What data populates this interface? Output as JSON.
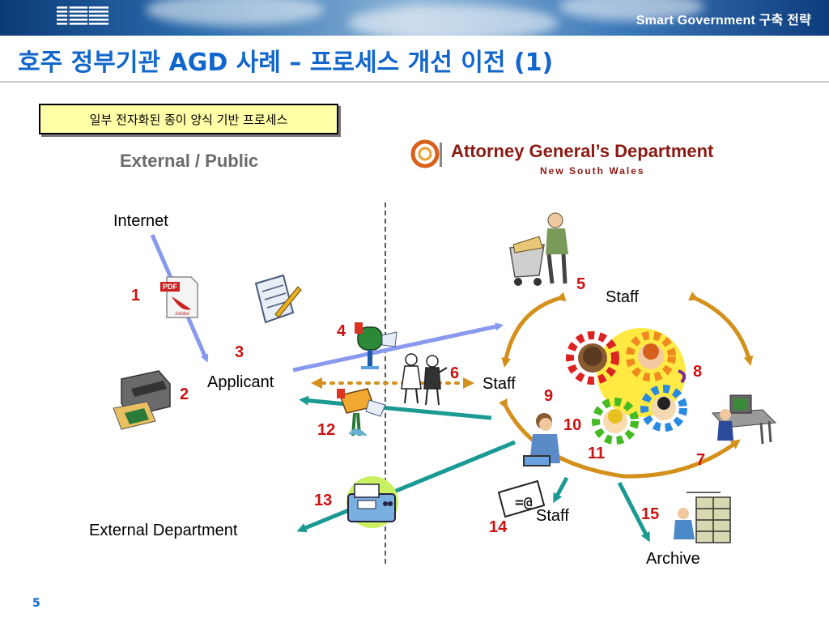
{
  "header": {
    "logo": "IBM",
    "tagline": "Smart Government 구축 전략"
  },
  "title": "호주 정부기관 AGD 사례 – 프로세스 개선 이전 (1)",
  "highlight_box": "일부 전자화된 종이 양식 기반 프로세스",
  "external_label": "External / Public",
  "agd_logo": {
    "name": "Attorney General’s Department",
    "sub": "New South Wales"
  },
  "nodes": {
    "internet": "Internet",
    "applicant": "Applicant",
    "staff_top": "Staff",
    "staff_mid": "Staff",
    "staff_bottom": "Staff",
    "archive": "Archive",
    "external_department": "External Department"
  },
  "step_numbers": [
    "1",
    "2",
    "3",
    "4",
    "5",
    "6",
    "7",
    "8",
    "9",
    "10",
    "11",
    "12",
    "13",
    "14",
    "15"
  ],
  "icons": {
    "pdf": "pdf-file-icon",
    "printer": "printer-icon",
    "form": "paper-form-icon",
    "mailbox": "mailbox-icon",
    "mail_cart": "mail-cart-icon",
    "officials": "officials-icon",
    "gears": "gears-team-icon",
    "computer_worker": "computer-worker-icon",
    "operator": "operator-icon",
    "email": "email-icon",
    "fax": "fax-icon",
    "archive_clerk": "archive-cabinet-icon",
    "mail_out": "outgoing-mail-icon"
  },
  "colors": {
    "title": "#1166cc",
    "step_number": "#cc1111",
    "arrow_blue": "#8899ee",
    "arrow_teal": "#1a9a92",
    "arrow_orange": "#d4901c",
    "box_fill": "#ffffa8"
  },
  "page_number": "5"
}
